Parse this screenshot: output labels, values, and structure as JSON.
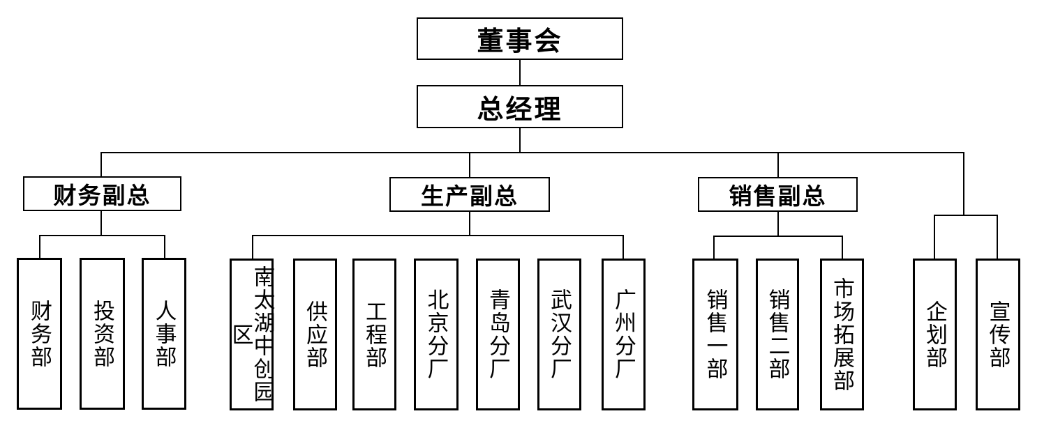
{
  "colors": {
    "page_background": "#ffffff",
    "box_background": "#ffffff",
    "box_border": "#000000",
    "connector_line": "#000000",
    "text": "#000000"
  },
  "org_chart": {
    "type": "org-chart",
    "board": {
      "label": "董事会"
    },
    "general_manager": {
      "label": "总经理"
    },
    "branches": [
      {
        "label": "财务副总",
        "children": [
          "财务部",
          "投资部",
          "人事部"
        ]
      },
      {
        "label": "生产副总",
        "children": [
          "南太湖中创园区",
          "供应部",
          "工程部",
          "北京分厂",
          "青岛分厂",
          "武汉分厂",
          "广州分厂"
        ]
      },
      {
        "label": "销售副总",
        "children": [
          "销售一部",
          "销售二部",
          "市场拓展部"
        ]
      },
      {
        "label": "",
        "children": [
          "企划部",
          "宣传部"
        ]
      }
    ]
  }
}
